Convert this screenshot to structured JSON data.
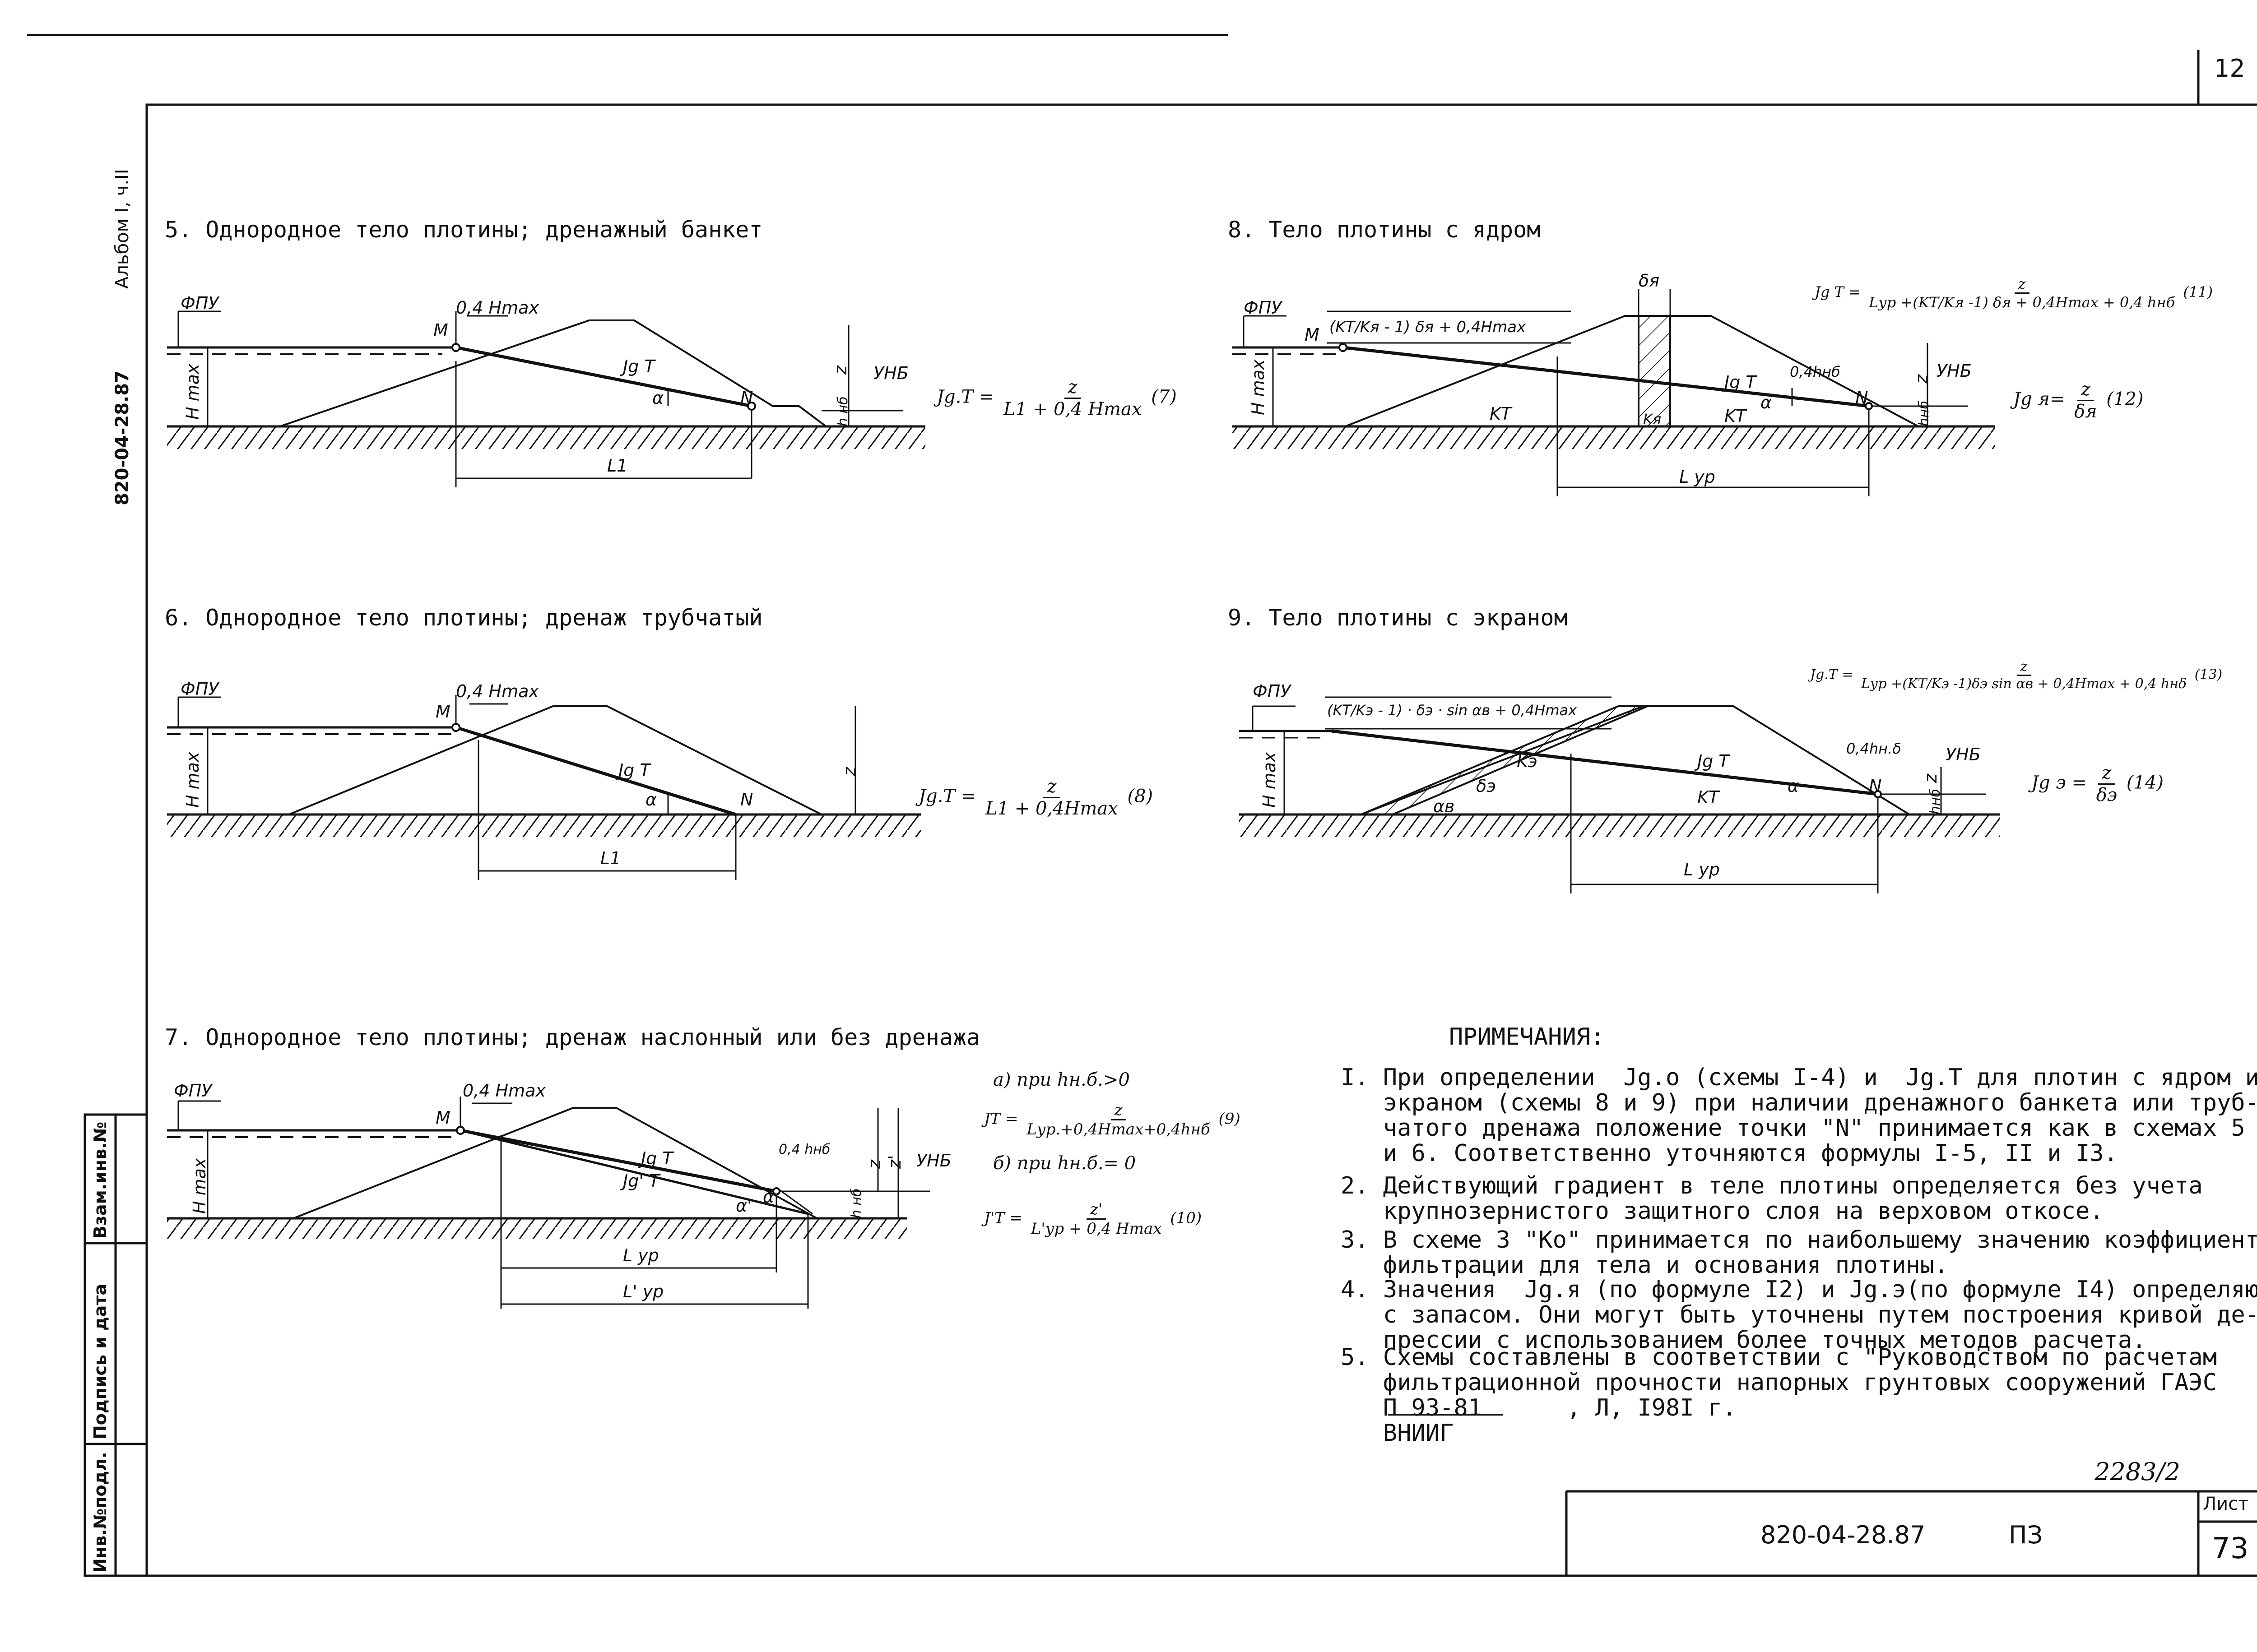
{
  "page_number": "12",
  "side_stamp": {
    "album": "Альбом  I, ч.II",
    "doc": "820-04-28.87"
  },
  "left_stamp": [
    "Взам.инв.№",
    "Подпись и дата",
    "Инв.№подл."
  ],
  "scheme5": {
    "title": "5. Однородное тело плотины; дренажный банкет",
    "fpu": "ФПУ",
    "unb": "УНБ",
    "top": "0,4 Hmax",
    "hmax": "H max",
    "z": "z",
    "M": "M",
    "N": "N",
    "jdt": "Jg T",
    "alpha": "α",
    "hnb": "h нб",
    "L": "L1",
    "f_lhs": "Jg.T =",
    "f_num": "z",
    "f_den": "L1 + 0,4 Hmax",
    "f_no": "(7)"
  },
  "scheme6": {
    "title": "6. Однородное тело плотины; дренаж трубчатый",
    "fpu": "ФПУ",
    "top": "0,4 Hmax",
    "hmax": "H max",
    "z": "z",
    "M": "M",
    "N": "N",
    "jdt": "Jg T",
    "alpha": "α",
    "L": "L1",
    "f_lhs": "Jg.T =",
    "f_num": "z",
    "f_den": "L1 + 0,4Hmax",
    "f_no": "(8)"
  },
  "scheme7": {
    "title": "7. Однородное тело плотины; дренаж наслонный или без дренажа",
    "fpu": "ФПУ",
    "unb": "УНБ",
    "top": "0,4 Hmax",
    "hmax": "H max",
    "z": "z",
    "zp": "z'",
    "M": "M",
    "jdt": "Jg T",
    "jdt2": "Jg' T",
    "alpha": "α",
    "alpha2": "α'",
    "hnb": "0,4 hнб",
    "hnb2": "h нб",
    "L": "L ур",
    "L2": "L' ур",
    "case_a": "а) при hн.б.>0",
    "fa_lhs": "JT =",
    "fa_num": "z",
    "fa_den": "Lур.+0,4Hmax+0,4hнб",
    "fa_no": "(9)",
    "case_b": "б) при hн.б.= 0",
    "fb_lhs": "J'T =",
    "fb_num": "z'",
    "fb_den": "L'ур + 0,4 Hmax",
    "fb_no": "(10)"
  },
  "scheme8": {
    "title": "8. Тело плотины с ядром",
    "fpu": "ФПУ",
    "unb": "УНБ",
    "hmax": "H max",
    "z": "z",
    "M": "M",
    "N": "N",
    "jdt": "Jg T",
    "alpha": "α",
    "delta": "δя",
    "kt": "KT",
    "kt2": "KT",
    "kya": "Kя",
    "hnb": "0,4hнб",
    "hnb2": "hнб",
    "L": "L ур",
    "mlabel": "(KT/Kя - 1) δя + 0,4Hmax",
    "f_lhs": "Jg T =",
    "f_num": "z",
    "f_den": "Lур +(KT/Kя -1) δя + 0,4Hmax + 0,4 hнб",
    "f_no": "(11)",
    "f2_lhs": "Jg я=",
    "f2_num": "z",
    "f2_den": "δя",
    "f2_no": "(12)"
  },
  "scheme9": {
    "title": "9. Тело плотины с экраном",
    "fpu": "ФПУ",
    "unb": "УНБ",
    "hmax": "H max",
    "z": "z",
    "N": "N",
    "jdt": "Jg T",
    "alpha": "α",
    "alphab": "αв",
    "delta": "δэ",
    "ke": "Kэ",
    "kt": "KT",
    "hnb": "0,4hн.δ",
    "hnb2": "hнб",
    "L": "L ур",
    "mlabel": "(KT/Kэ - 1) · δэ · sin αв + 0,4Hmax",
    "f_lhs": "Jg.T =",
    "f_num": "z",
    "f_den": "Lур +(KT/Kэ -1)δэ sin αв + 0,4Hmax + 0,4 hнδ",
    "f_no": "(13)",
    "f2_lhs": "Jg э =",
    "f2_num": "z",
    "f2_den": "δэ",
    "f2_no": "(14)"
  },
  "notes": {
    "heading": "ПРИМЕЧАНИЯ:",
    "items": [
      "I. При определении  Jg.o (схемы I-4) и  Jg.T для плотин с ядром и\n   экраном (схемы 8 и 9) при наличии дренажного банкета или труб-\n   чатого дренажа положение точки \"N\" принимается как в схемах 5\n   и 6. Соответственно уточняются формулы I-5, II и I3.",
      "2. Действующий градиент в теле плотины определяется без учета\n   крупнозернистого защитного слоя на верховом откосе.",
      "3. В схеме 3 \"Ko\" принимается по наибольшему значению коэффициента\n   фильтрации для тела и основания плотины.",
      "4. Значения  Jg.я (по формуле I2) и Jg.э(по формуле I4) определяются\n   с запасом. Они могут быть уточнены путем построения кривой де-\n   прессии с использованием более точных методов расчета.",
      "5. Схемы составлены в соответствии с \"Руководством по расчетам\n   фильтрационной прочности напорных грунтовых сооружений ГАЭС\n   П 93-81      , Л, I98I г.\n   ВНИИГ"
    ]
  },
  "stamp": {
    "order": "2283/2",
    "code": "820-04-28.87",
    "section": "ПЗ",
    "sheet_label": "Лист",
    "sheet": "73"
  }
}
